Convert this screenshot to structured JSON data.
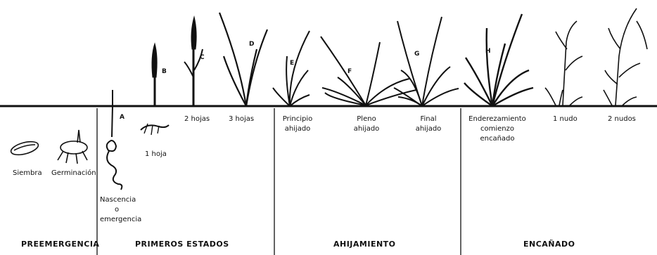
{
  "stages": {
    "siembra": "Siembra",
    "germinacion": "Germinación",
    "nascencia": [
      "Nascencia",
      "o",
      "emergencia"
    ],
    "hoja_1": "1 hoja",
    "hojas_2": "2 hojas",
    "hojas_3": "3 hojas",
    "principio_ahijado": [
      "Principio",
      "ahijado"
    ],
    "pleno_ahijado": [
      "Pleno",
      "ahijado"
    ],
    "final_ahijado": [
      "Final",
      "ahijado"
    ],
    "enderezamiento": [
      "Enderezamiento",
      "comienzo",
      "encañado"
    ],
    "nudo_1": "1 nudo",
    "nudos_2": "2 nudos"
  },
  "letters": [
    "A",
    "B",
    "C",
    "D",
    "E",
    "F",
    "G",
    "H"
  ],
  "phases": {
    "preemergencia": "PREEMERGENCIA",
    "primeros_estados": "PRIMEROS ESTADOS",
    "ahijamiento": "AHIJAMIENTO",
    "encanado": "ENCAÑADO"
  },
  "colors": {
    "ink": "#111111",
    "background": "#ffffff"
  }
}
